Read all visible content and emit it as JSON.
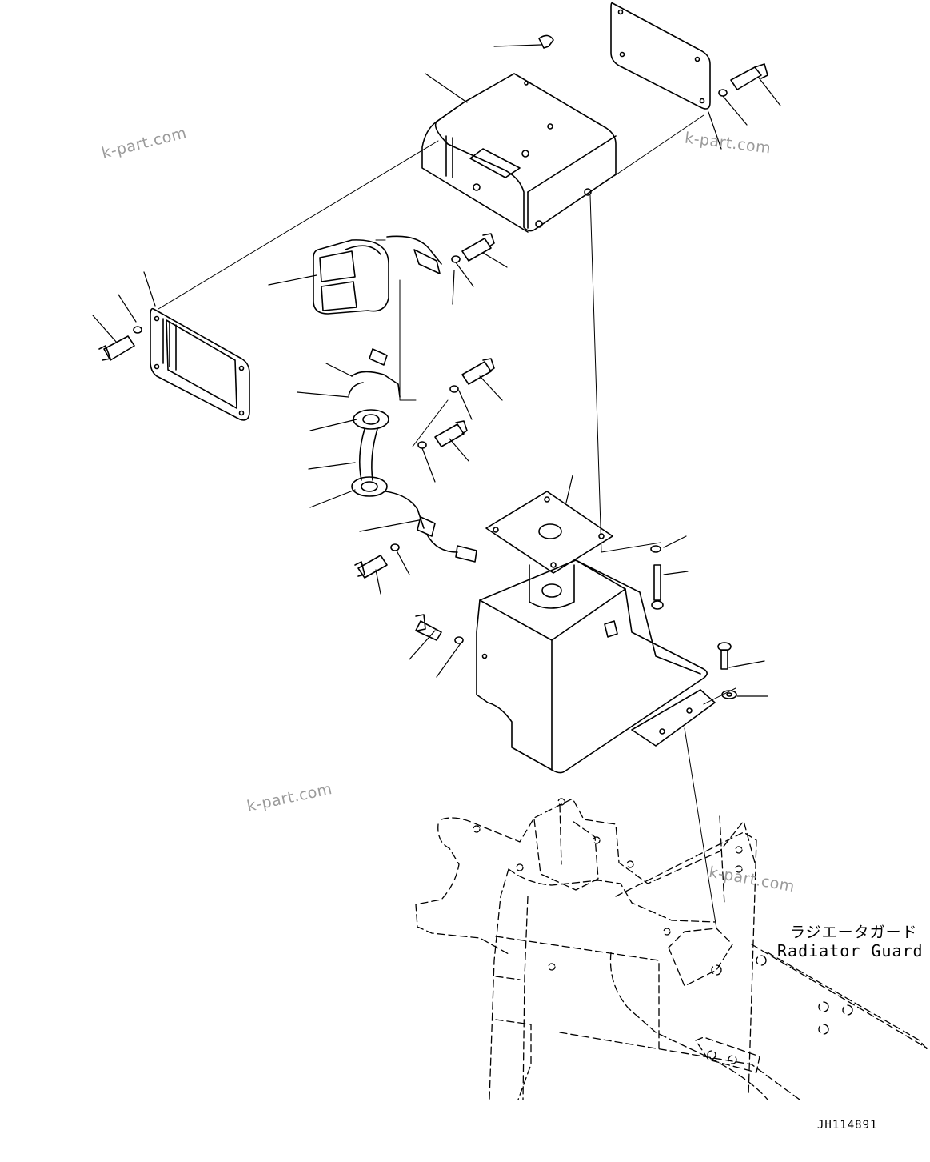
{
  "watermarks": [
    "k-part.com",
    "k-part.com",
    "k-part.com",
    "k-part.com"
  ],
  "radiator_guard": {
    "japanese": "ラジエータガード",
    "english": "Radiator Guard"
  },
  "drawing_code": "JH114891"
}
